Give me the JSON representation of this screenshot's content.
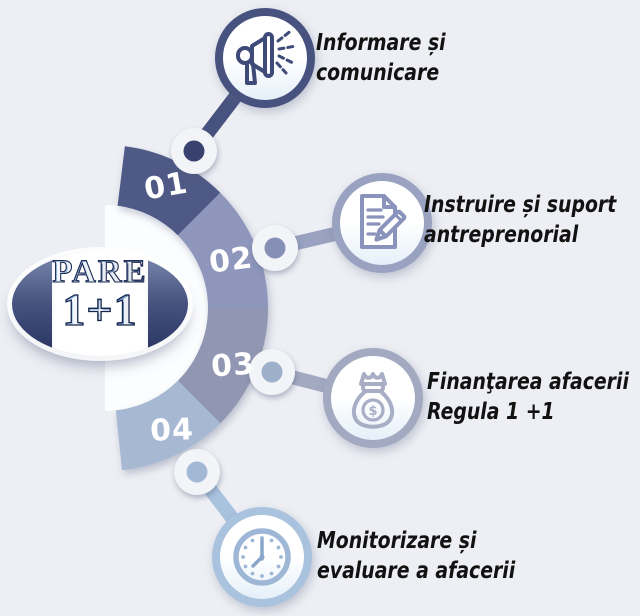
{
  "background": "#edeff4",
  "logo": {
    "line1": "PARE",
    "line2": "1+1"
  },
  "steps": [
    {
      "number": "01",
      "label_line1": "Informare și",
      "label_line2": "comunicare",
      "icon": "megaphone-icon",
      "seg_color": "#4e5985",
      "ring_color": "#47527f",
      "dot_color": "#39426e",
      "icon_color": "#3e4a78"
    },
    {
      "number": "02",
      "label_line1": "Instruire și suport",
      "label_line2": "antreprenorial",
      "icon": "document-pencil-icon",
      "seg_color": "#8e96bc",
      "ring_color": "#99a2c0",
      "dot_color": "#8690b6",
      "icon_color": "#8a93bb"
    },
    {
      "number": "03",
      "label_line1": "Finanţarea afacerii",
      "label_line2": "Regula 1 +1",
      "icon": "money-bag-icon",
      "currency_symbol": "$",
      "seg_color": "#9196b2",
      "ring_color": "#a3a9c0",
      "dot_color": "#9cb0cb",
      "icon_color": "#a7aec5"
    },
    {
      "number": "04",
      "label_line1": "Monitorizare și",
      "label_line2": "evaluare a afacerii",
      "icon": "clock-icon",
      "seg_color": "#a7b8d3",
      "ring_color": "#a9c2de",
      "dot_color": "#a3b8d4",
      "icon_color": "#9fb7d6",
      "hand_color": "#8aa6c9"
    }
  ]
}
